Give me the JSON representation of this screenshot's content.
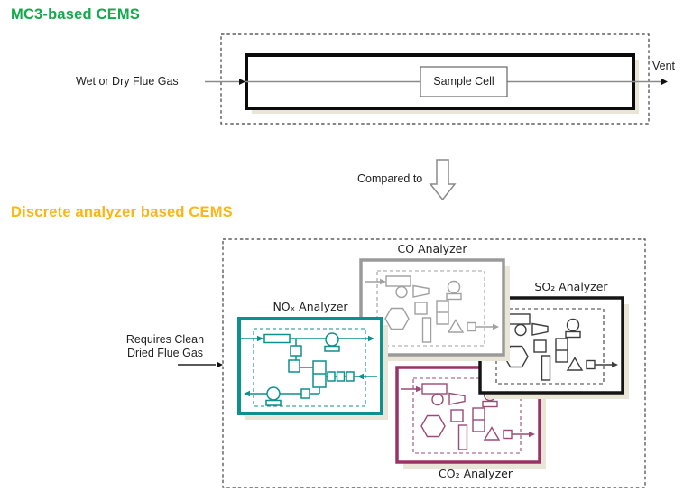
{
  "titles": {
    "mc3": "MC3-based CEMS",
    "discrete": "Discrete analyzer based CEMS"
  },
  "mc3_diagram": {
    "inlet_label": "Wet or Dry Flue Gas",
    "cell_label": "Sample Cell",
    "outlet_label": "Vent"
  },
  "compare_label": "Compared to",
  "discrete_diagram": {
    "inlet_label_line1": "Requires Clean",
    "inlet_label_line2": "Dried Flue Gas",
    "analyzers": [
      {
        "label": "CO Analyzer"
      },
      {
        "label": "SO₂ Analyzer"
      },
      {
        "label": "NOₓ Analyzer"
      },
      {
        "label": "CO₂ Analyzer"
      }
    ]
  },
  "colors": {
    "mc3_title": "#12aa4b",
    "discrete_title": "#fcb515",
    "co_analyzer": "#9a9a9a",
    "so2_analyzer": "#151515",
    "nox_analyzer": "#0e918c",
    "co2_analyzer": "#993366",
    "drop_shadow": "#e9e6d8",
    "flow_line": "#8a8a8a"
  }
}
